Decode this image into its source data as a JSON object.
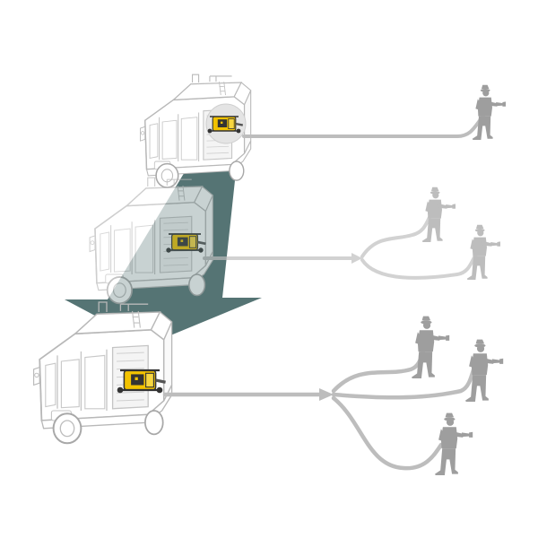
{
  "diagram": {
    "colors": {
      "background": "#ffffff",
      "truck_line": "#b8b8b8",
      "truck_fill": "#ffffff",
      "hose": "#bdbdbd",
      "firefighter": "#9e9e9e",
      "arrow": "#2f5556",
      "pump_yellow": "#f2c200",
      "pump_dark": "#333333"
    },
    "icons": {
      "vehicle": "fire-truck-icon",
      "pump": "portable-pump-icon",
      "person": "firefighter-icon",
      "arrow": "scale-down-arrow-icon"
    },
    "stages": [
      {
        "id": "stage-1",
        "outlets": 1,
        "firefighters": 1
      },
      {
        "id": "stage-2",
        "outlets": 2,
        "firefighters": 2
      },
      {
        "id": "stage-3",
        "outlets": 3,
        "firefighters": 3
      }
    ]
  }
}
